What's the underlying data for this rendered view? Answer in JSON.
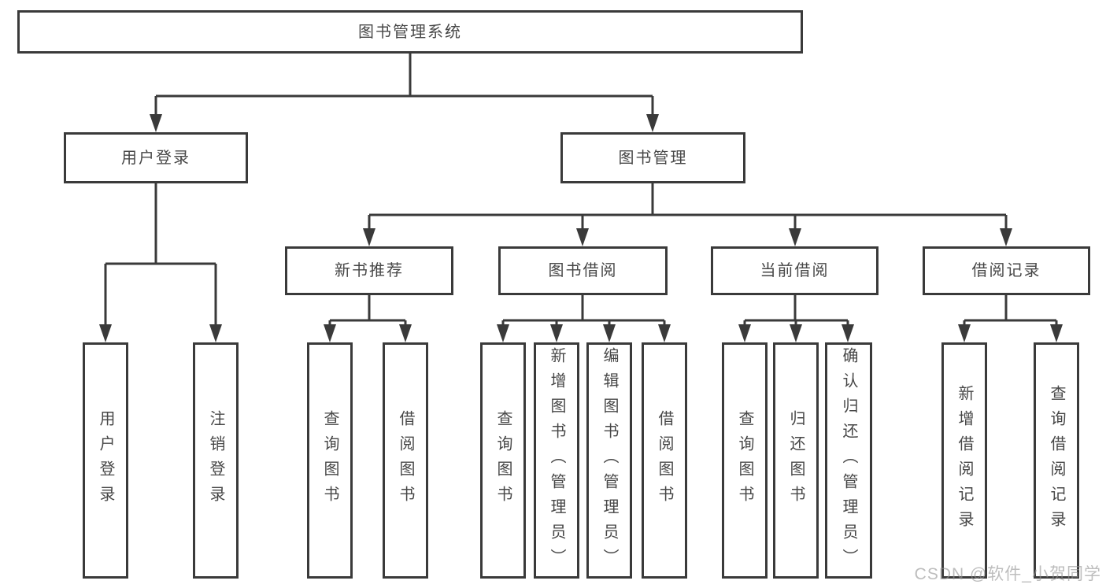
{
  "diagram": {
    "root": {
      "label": "图书管理系统"
    },
    "level2": [
      {
        "label": "用户登录",
        "children": [
          {
            "label": "用户登录"
          },
          {
            "label": "注销登录"
          }
        ]
      },
      {
        "label": "图书管理",
        "children": [
          {
            "label": "新书推荐",
            "children": [
              {
                "label": "查询图书"
              },
              {
                "label": "借阅图书"
              }
            ]
          },
          {
            "label": "图书借阅",
            "children": [
              {
                "label": "查询图书"
              },
              {
                "label": "新增图书（管理员）"
              },
              {
                "label": "编辑图书（管理员）"
              },
              {
                "label": "借阅图书"
              }
            ]
          },
          {
            "label": "当前借阅",
            "children": [
              {
                "label": "查询图书"
              },
              {
                "label": "归还图书"
              },
              {
                "label": "确认归还（管理员）"
              }
            ]
          },
          {
            "label": "借阅记录",
            "children": [
              {
                "label": "新增借阅记录"
              },
              {
                "label": "查询借阅记录"
              }
            ]
          }
        ]
      }
    ],
    "line_color": "#3a3a3a",
    "text_color": "#474747",
    "background_color": "#ffffff"
  },
  "watermark": {
    "text": "CSDN @软件_小贺同学"
  }
}
